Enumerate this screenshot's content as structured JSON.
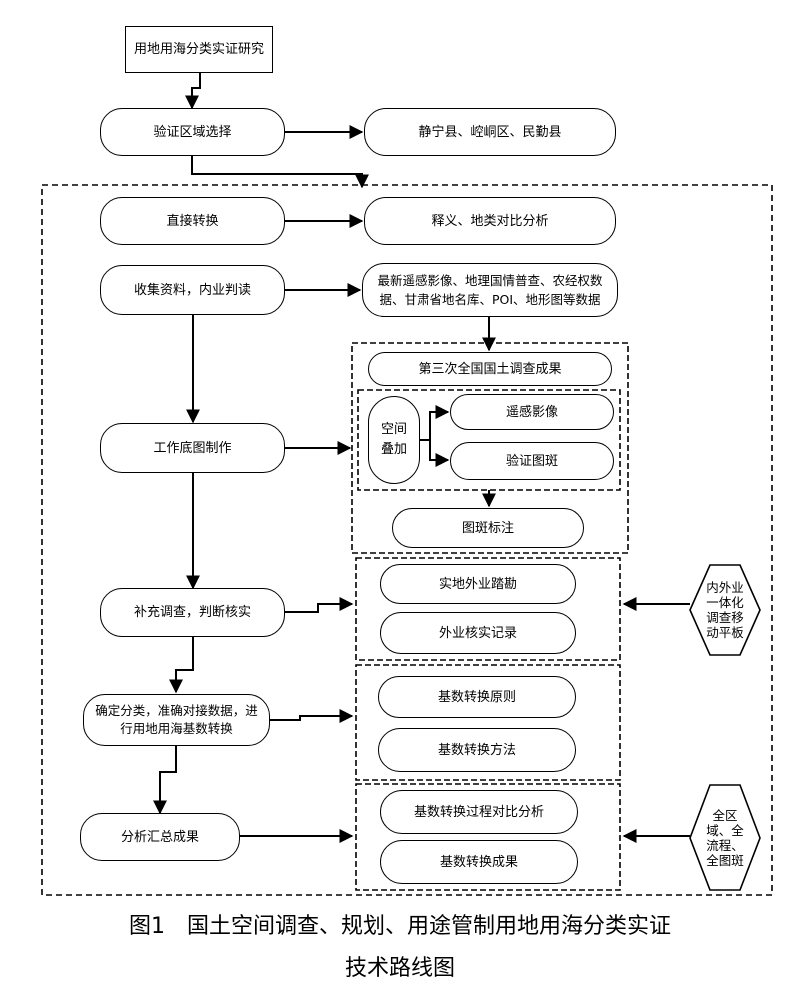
{
  "flow": {
    "title_box": "用地用海分类实证研究",
    "region_select": "验证区域选择",
    "regions": "静宁县、崆峒区、民勤县",
    "direct_convert": "直接转换",
    "semantic_compare": "释义、地类对比分析",
    "collect": "收集资料，内业判读",
    "sources": "最新遥感影像、地理国情普查、农经权数据、甘肃省地名库、POI、地形图等数据",
    "work_map": "工作底图制作",
    "third_survey": "第三次全国国土调查成果",
    "spatial_overlay": "空间叠加",
    "remote_image": "遥感影像",
    "verify_patch": "验证图斑",
    "patch_label": "图斑标注",
    "supplement": "补充调查，判断核实",
    "field_survey": "实地外业踏勘",
    "field_record": "外业核实记录",
    "classify": "确定分类，准确对接数据，进行用地用海基数转换",
    "base_principle": "基数转换原则",
    "base_method": "基数转换方法",
    "summary": "分析汇总成果",
    "process_compare": "基数转换过程对比分析",
    "base_result": "基数转换成果",
    "side_platform": "内外业一体化调查移动平板",
    "side_full": "全区域、全流程、全图斑"
  },
  "caption": {
    "line1": "图1　国土空间调查、规划、用途管制用地用海分类实证",
    "line2": "技术路线图"
  }
}
